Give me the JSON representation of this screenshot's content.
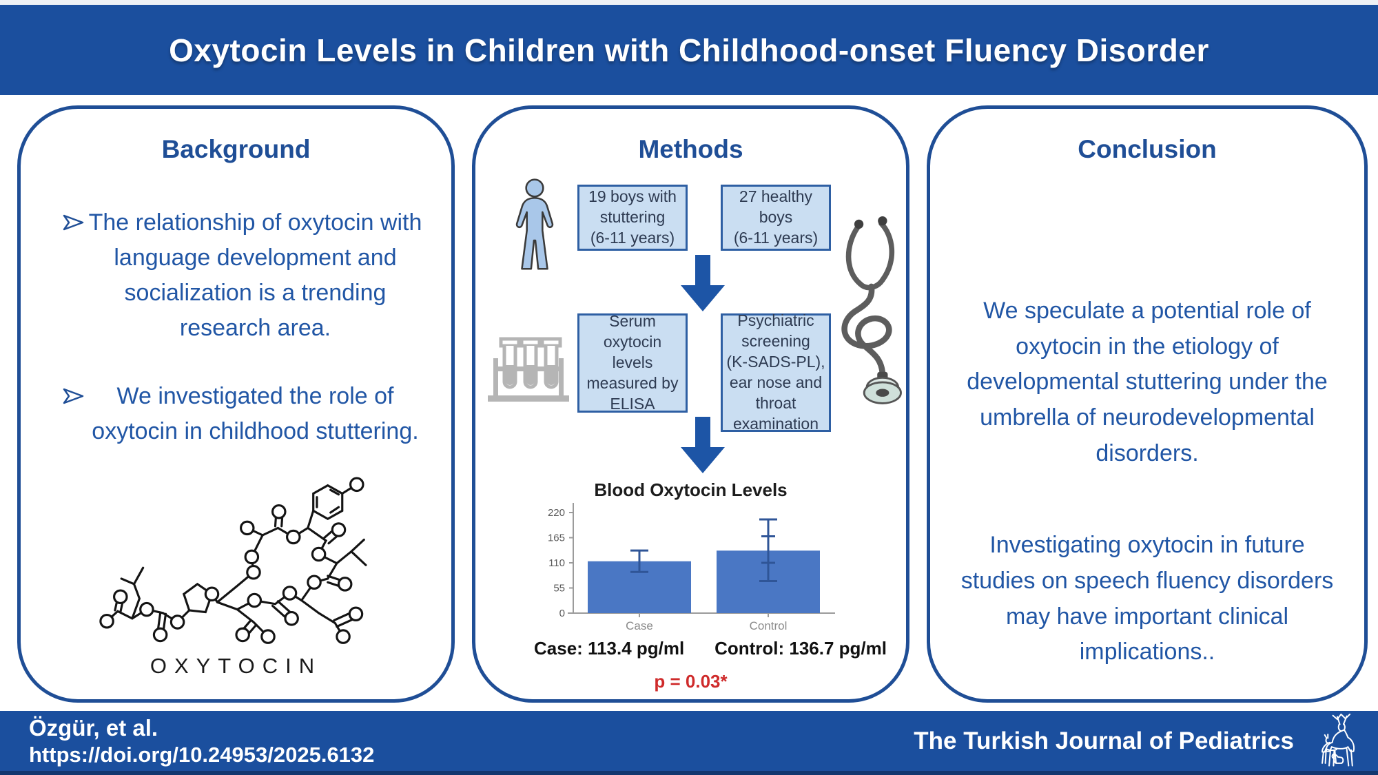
{
  "header": {
    "title": "Oxytocin Levels in Children with Childhood-onset Fluency Disorder"
  },
  "background_panel": {
    "title": "Background",
    "bullets": [
      "The relationship of oxytocin with language development and socialization is a trending research area.",
      "We investigated the role of oxytocin in childhood stuttering."
    ],
    "molecule_label": "OXYTOCIN"
  },
  "methods_panel": {
    "title": "Methods",
    "boxes": [
      "19 boys with\nstuttering\n(6-11 years)",
      "27 healthy\nboys\n(6-11 years)",
      "Serum\noxytocin\nlevels\nmeasured by\nELISA",
      "Psychiatric\nscreening\n(K-SADS-PL),\near nose and\nthroat\nexamination"
    ],
    "case_result": "Case: 113.4 pg/ml",
    "control_result": "Control: 136.7 pg/ml",
    "p_value": "p = 0.03*"
  },
  "conclusion_panel": {
    "title": "Conclusion",
    "paragraphs": [
      "We speculate a potential role of oxytocin in the etiology of developmental stuttering under the umbrella of neurodevelopmental disorders.",
      "Investigating oxytocin in future studies on speech fluency disorders may have important clinical implications.."
    ]
  },
  "footer": {
    "authors": "Özgür, et al.",
    "doi": "https://doi.org/10.24953/2025.6132",
    "journal": "The Turkish Journal of Pediatrics"
  },
  "icons": {
    "person": "person-icon",
    "test_tubes": "test-tubes-icon",
    "stethoscope": "stethoscope-icon",
    "down_arrows": "down-arrow-icon",
    "bullets": "arrow-bullet-icon",
    "molecule": "oxytocin-molecule-icon",
    "deer_logo": "deer-logo-icon"
  },
  "colors": {
    "band_blue": "#1b4f9e",
    "panel_border_blue": "#1f4e96",
    "body_text_blue": "#2156a5",
    "box_fill": "#cadef2",
    "box_border": "#2e5fa3",
    "arrow_blue": "#1d55a6",
    "p_value_red": "#cf2b2b"
  },
  "chart_data": {
    "type": "bar",
    "title": "Blood Oxytocin Levels",
    "categories": [
      "Case",
      "Control"
    ],
    "values": [
      113.4,
      136.7
    ],
    "units": "pg/ml",
    "error_bars": [
      {
        "low": 90,
        "high": 137,
        "mid_ticks": []
      },
      {
        "low": 70,
        "high": 205,
        "mid_ticks": [
          110,
          168
        ]
      }
    ],
    "yticks": [
      0,
      55,
      110,
      165,
      220
    ],
    "ylim": [
      0,
      220
    ],
    "xlabel": "",
    "ylabel": "",
    "grid": false,
    "legend": false,
    "bar_color": "#4a77c4",
    "error_color": "#2f5597",
    "axis_color": "#9b9b9b",
    "tick_label_color": "#5a5a5a",
    "category_label_color": "#8a8a8a"
  }
}
